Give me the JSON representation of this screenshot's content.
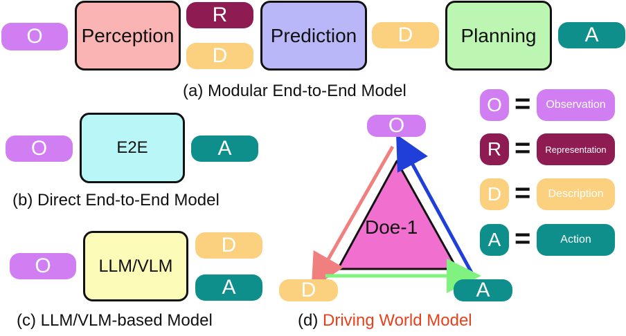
{
  "tokens": {
    "O": "O",
    "R": "R",
    "D": "D",
    "A": "A"
  },
  "a": {
    "perception": "Perception",
    "prediction": "Prediction",
    "planning": "Planning",
    "caption": "(a) Modular End-to-End Model"
  },
  "b": {
    "box": "E2E",
    "caption": "(b) Direct End-to-End Model"
  },
  "c": {
    "box": "LLM/VLM",
    "caption": "(c) LLM/VLM-based Model"
  },
  "d": {
    "center": "Doe-1",
    "caption_prefix": "(d) ",
    "caption_highlight": "Driving World Model"
  },
  "legend": {
    "equals": "=",
    "observation": "Observation",
    "representation": "Representation",
    "description": "Description",
    "action": "Action"
  },
  "colors": {
    "observation": "#d17ef2",
    "representation": "#8e1b52",
    "description": "#fbd07f",
    "action": "#0f8f8b",
    "perception_box": "#fbb4b4",
    "prediction_box": "#b9b7f7",
    "planning_box": "#bdf5b2",
    "e2e_box": "#b8f6f7",
    "llm_box": "#fdfbb8",
    "triangle": "#f06fcf",
    "arrow_red": "#f08080",
    "arrow_blue": "#1f3fd8",
    "arrow_green": "#7ff27f",
    "highlight": "#e8401c"
  }
}
